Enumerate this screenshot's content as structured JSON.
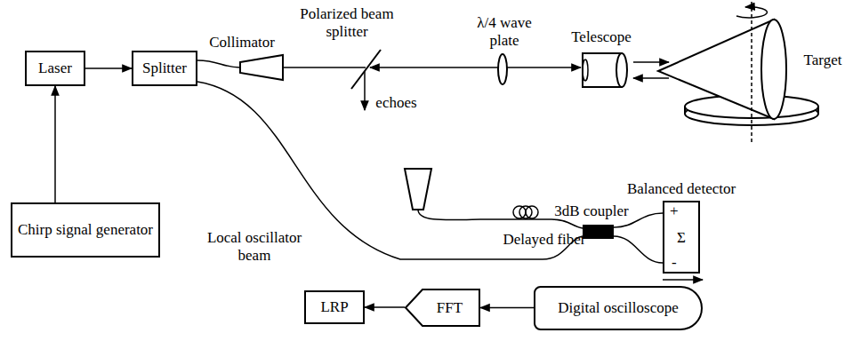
{
  "diagram": {
    "nodes": [
      {
        "text": [
          "Laser"
        ]
      },
      {
        "text": [
          "Splitter"
        ]
      },
      {
        "text": [
          "Chirp signal generator"
        ]
      },
      {
        "text": [
          "Balanced detector",
          "+",
          "Σ",
          "-"
        ]
      },
      {
        "text": [
          "Digital oscilloscope"
        ]
      },
      {
        "text": [
          "FFT"
        ]
      },
      {
        "text": [
          "LRP"
        ]
      }
    ],
    "edges": [
      {
        "from": 2,
        "to": 0,
        "arrow": "to"
      },
      {
        "from": 0,
        "to": 1,
        "arrow": "to"
      },
      {
        "from": 3,
        "to": 4,
        "arrow": "to"
      },
      {
        "from": 4,
        "to": 5,
        "arrow": "to"
      },
      {
        "from": 5,
        "to": 6,
        "arrow": "to"
      }
    ],
    "labels": [
      "Collimator",
      "Polarized beam splitter",
      "λ/4 wave plate",
      "Telescope",
      "Target",
      "echoes",
      "Delayed fiber",
      "3dB coupler",
      "Local oscillator beam"
    ]
  }
}
